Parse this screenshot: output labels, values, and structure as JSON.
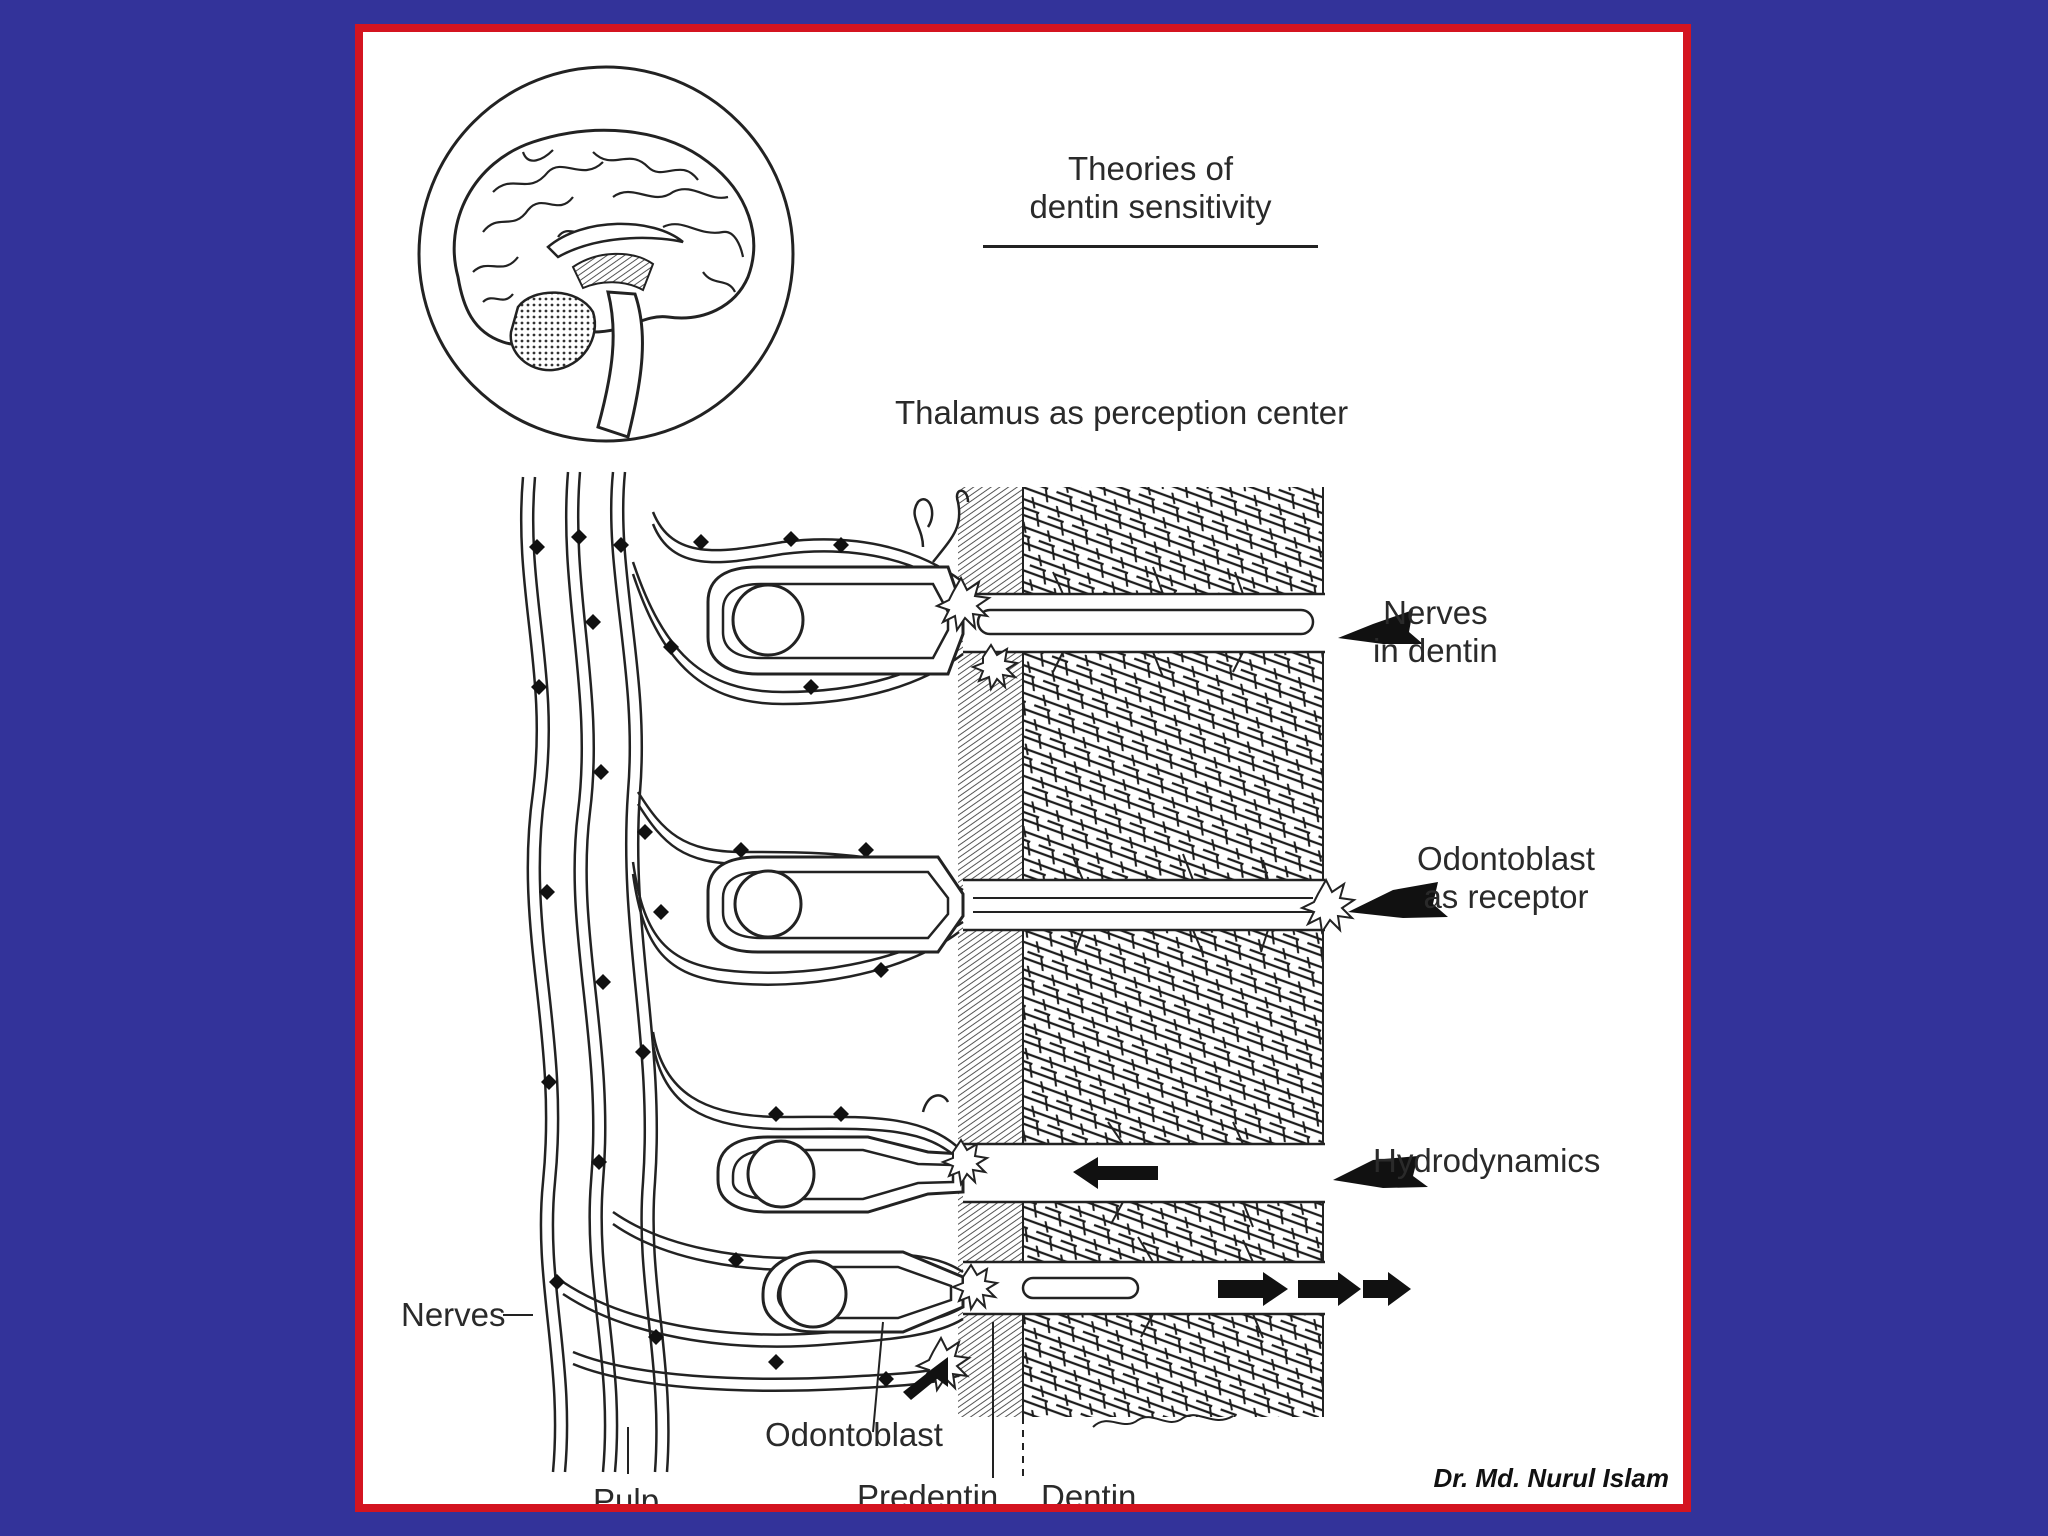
{
  "title": {
    "line1": "Theories of",
    "line2": "dentin sensitivity"
  },
  "labels": {
    "thalamus": "Thalamus as perception center",
    "nerves_in_dentin_1": "Nerves",
    "nerves_in_dentin_2": "in dentin",
    "odontoblast_receptor_1": "Odontoblast",
    "odontoblast_receptor_2": "as receptor",
    "hydrodynamics": "Hydrodynamics",
    "nerves": "Nerves",
    "odontoblast": "Odontoblast",
    "pulp": "Pulp",
    "predentin": "Predentin",
    "dentin": "Dentin"
  },
  "credit": "Dr. Md. Nurul Islam",
  "colors": {
    "background": "#33339a",
    "frame_border": "#d41420",
    "panel": "#ffffff",
    "ink": "#222222"
  }
}
